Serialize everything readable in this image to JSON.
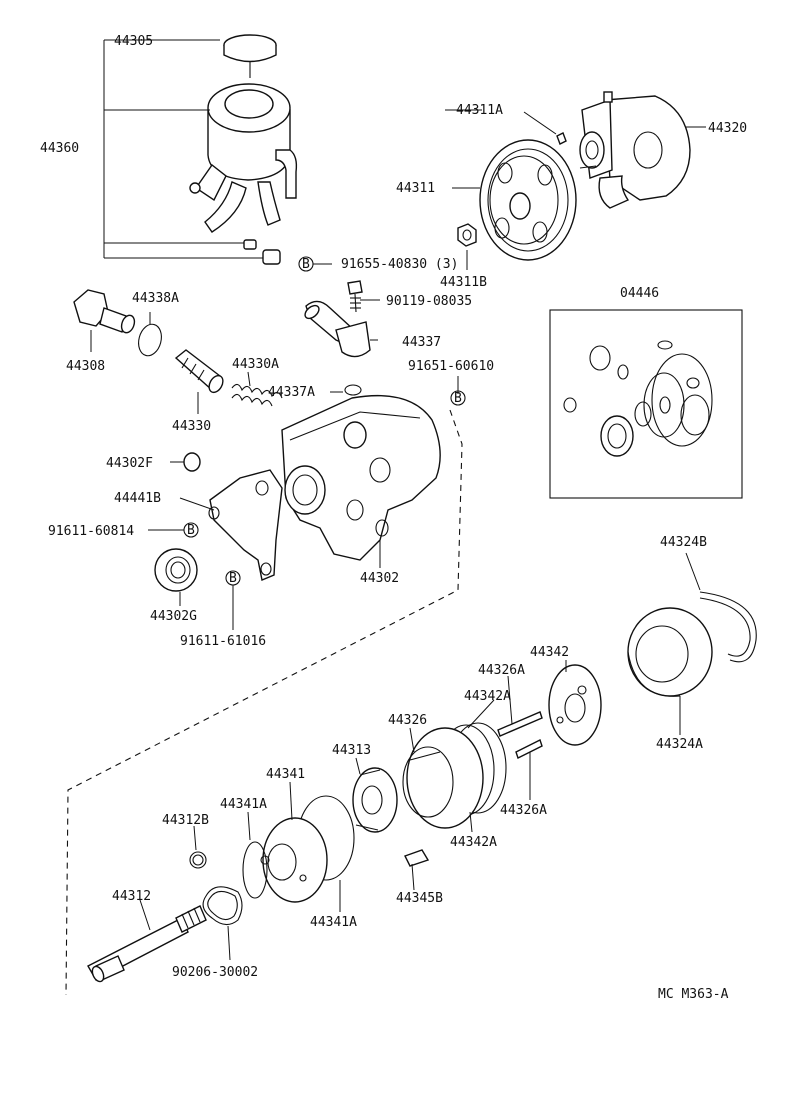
{
  "figure_code": "MC M363-A",
  "labels": {
    "p44305": "44305",
    "p44360": "44360",
    "p44311A": "44311A",
    "p44320": "44320",
    "p44311": "44311",
    "p44311B": "44311B",
    "p91655": "91655-40830 (3)",
    "p90119": "90119-08035",
    "p44338A": "44338A",
    "p44308": "44308",
    "p44337": "44337",
    "p04446": "04446",
    "p44330A": "44330A",
    "p91651": "91651-60610",
    "p44337A": "44337A",
    "p44330": "44330",
    "p44302F": "44302F",
    "p44441B": "44441B",
    "p91611_60814": "91611-60814",
    "p44302": "44302",
    "p44302G": "44302G",
    "p91611_61016": "91611-61016",
    "p44324B": "44324B",
    "p44342_top": "44342",
    "p44326A_top": "44326A",
    "p44342A_top": "44342A",
    "p44326": "44326",
    "p44324A": "44324A",
    "p44313": "44313",
    "p44341": "44341",
    "p44326A_bot": "44326A",
    "p44341A_top": "44341A",
    "p44342A_bot": "44342A",
    "p44312B": "44312B",
    "p44345B": "44345B",
    "p44312": "44312",
    "p44341A_bot": "44341A",
    "p90206": "90206-30002"
  },
  "bolt_marker": "B"
}
